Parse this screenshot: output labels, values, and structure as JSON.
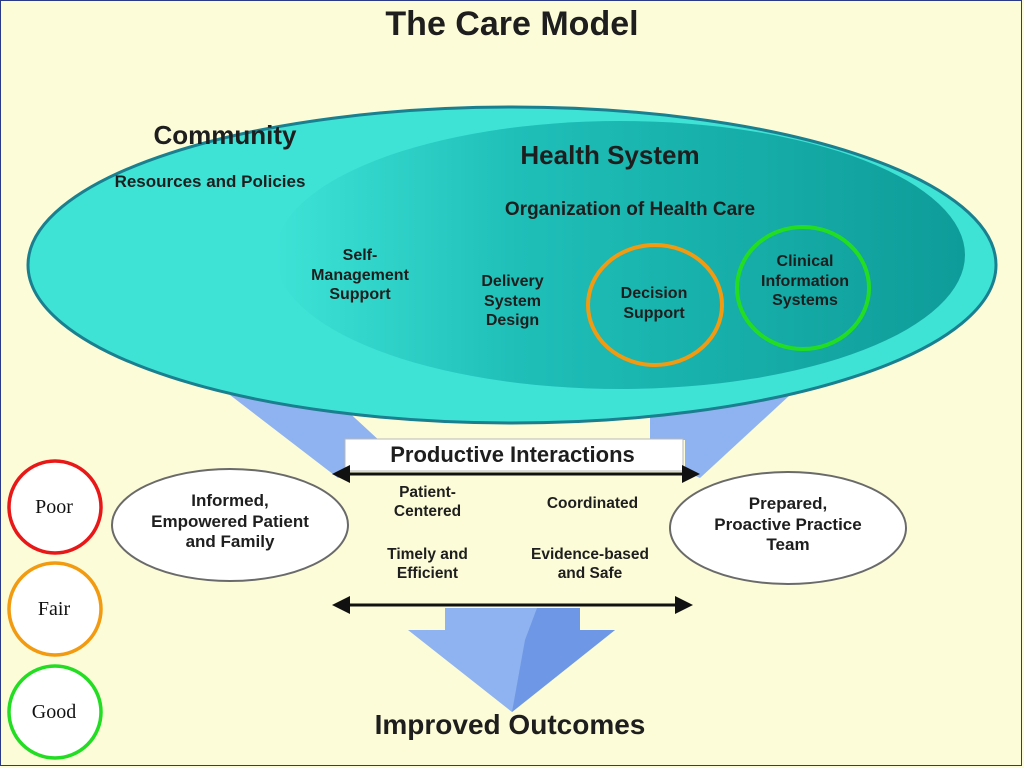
{
  "title": "The Care Model",
  "community": {
    "heading": "Community",
    "subheading": "Resources and Policies"
  },
  "health_system": {
    "heading": "Health System",
    "subheading": "Organization of Health Care",
    "components": [
      {
        "label": "Self-\nManagement\nSupport",
        "highlight": "none"
      },
      {
        "label": "Delivery\nSystem\nDesign",
        "highlight": "none"
      },
      {
        "label": "Decision\nSupport",
        "highlight": "#f29a10"
      },
      {
        "label": "Clinical\nInformation\nSystems",
        "highlight": "#22dd22"
      }
    ]
  },
  "interactions": {
    "heading": "Productive Interactions",
    "qualities": [
      "Patient-\nCentered",
      "Coordinated",
      "Timely and\nEfficient",
      "Evidence-based\nand Safe"
    ]
  },
  "patient": "Informed,\nEmpowered Patient\nand Family",
  "team": "Prepared,\nProactive Practice\nTeam",
  "outcome": "Improved Outcomes",
  "legend": [
    {
      "label": "Poor",
      "color": "#e81818"
    },
    {
      "label": "Fair",
      "color": "#f29a10"
    },
    {
      "label": "Good",
      "color": "#22dd22"
    }
  ],
  "colors": {
    "background": "#fcfcd8",
    "community_ellipse": "#3ee3d6",
    "health_system_ellipse": "#11a9a6",
    "arrow": "#8fb3f0"
  }
}
